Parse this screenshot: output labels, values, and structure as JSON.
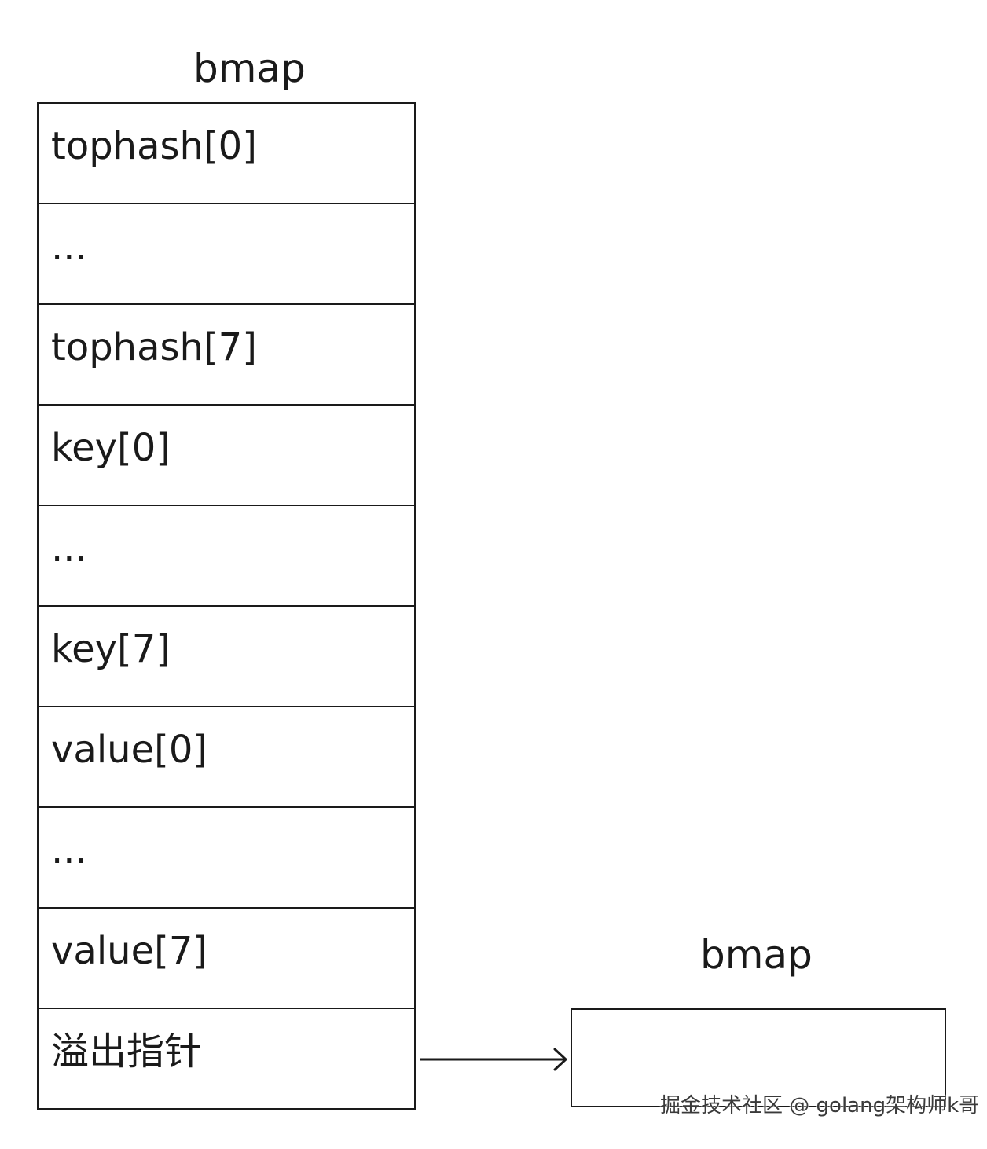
{
  "diagram": {
    "main_bmap": {
      "title": "bmap",
      "slots": [
        {
          "label": "tophash[0]"
        },
        {
          "label": "..."
        },
        {
          "label": "tophash[7]"
        },
        {
          "label": "key[0]"
        },
        {
          "label": "..."
        },
        {
          "label": "key[7]"
        },
        {
          "label": "value[0]"
        },
        {
          "label": "..."
        },
        {
          "label": "value[7]"
        },
        {
          "label": "溢出指针"
        }
      ]
    },
    "overflow_bmap": {
      "title": "bmap"
    },
    "arrow": {
      "from": "溢出指针",
      "to": "overflow_bmap"
    },
    "watermark": "掘金技术社区 @ golang架构师k哥"
  }
}
